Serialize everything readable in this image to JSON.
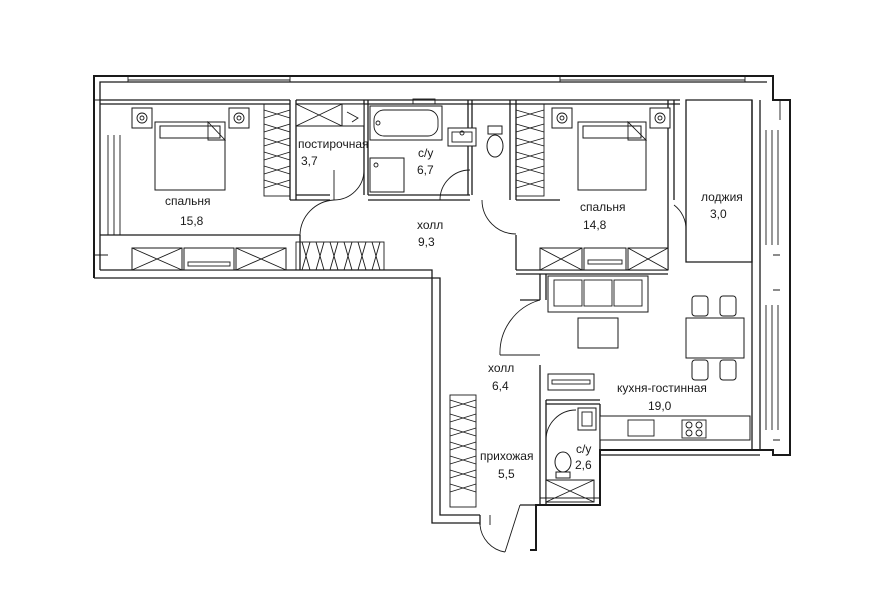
{
  "rooms": {
    "bedroom_left": {
      "name": "спальня",
      "area": "15,8"
    },
    "storage": {
      "name": "постирочная",
      "area": "3,7"
    },
    "bathroom_main": {
      "name": "с/у",
      "area": "6,7"
    },
    "hall_upper": {
      "name": "холл",
      "area": "9,3"
    },
    "bedroom_right": {
      "name": "спальня",
      "area": "14,8"
    },
    "loggia": {
      "name": "лоджия",
      "area": "3,0"
    },
    "hall_lower": {
      "name": "холл",
      "area": "6,4"
    },
    "kitchen_living": {
      "name": "кухня-гостинная",
      "area": "19,0"
    },
    "entrance": {
      "name": "прихожая",
      "area": "5,5"
    },
    "bathroom_small": {
      "name": "с/у",
      "area": "2,6"
    }
  },
  "colors": {
    "line": "#1a1a1a",
    "background": "#ffffff"
  }
}
